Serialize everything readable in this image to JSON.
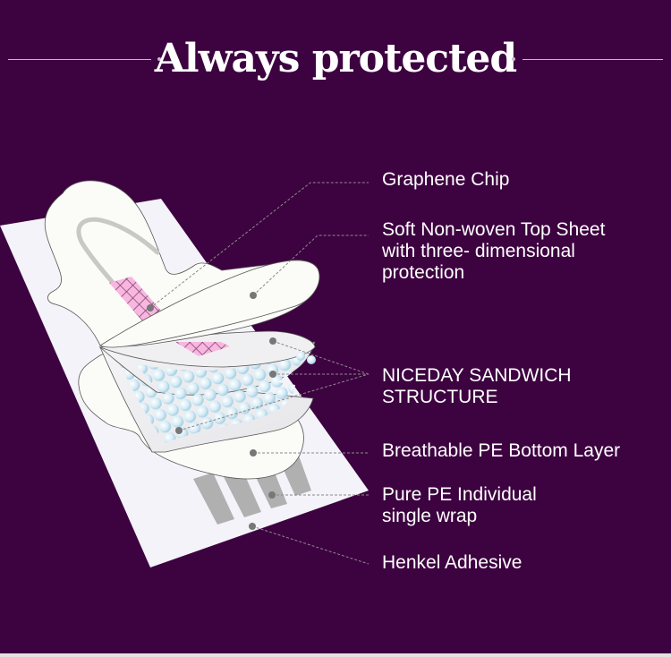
{
  "header": {
    "title": "Always protected"
  },
  "colors": {
    "background": "#3d0240",
    "label_text": "#ffffff",
    "leader_line": "#8a8a8a",
    "pad_fill": "#fbfbf7",
    "sheet_fill": "#f4f3f9",
    "chip_pink": "#f9b6e0",
    "bead_blue": "#c9e6f3",
    "adhesive_gray": "#b0b0b0"
  },
  "labels": [
    {
      "id": "graphene-chip",
      "text": "Graphene Chip"
    },
    {
      "id": "top-sheet",
      "text": "Soft Non-woven Top Sheet\nwith three- dimensional\nprotection"
    },
    {
      "id": "sandwich",
      "text": "NICEDAY SANDWICH\nSTRUCTURE"
    },
    {
      "id": "bottom-layer",
      "text": "Breathable PE Bottom Layer"
    },
    {
      "id": "wrap",
      "text": "Pure PE Individual\nsingle wrap"
    },
    {
      "id": "adhesive",
      "text": "Henkel Adhesive"
    }
  ]
}
